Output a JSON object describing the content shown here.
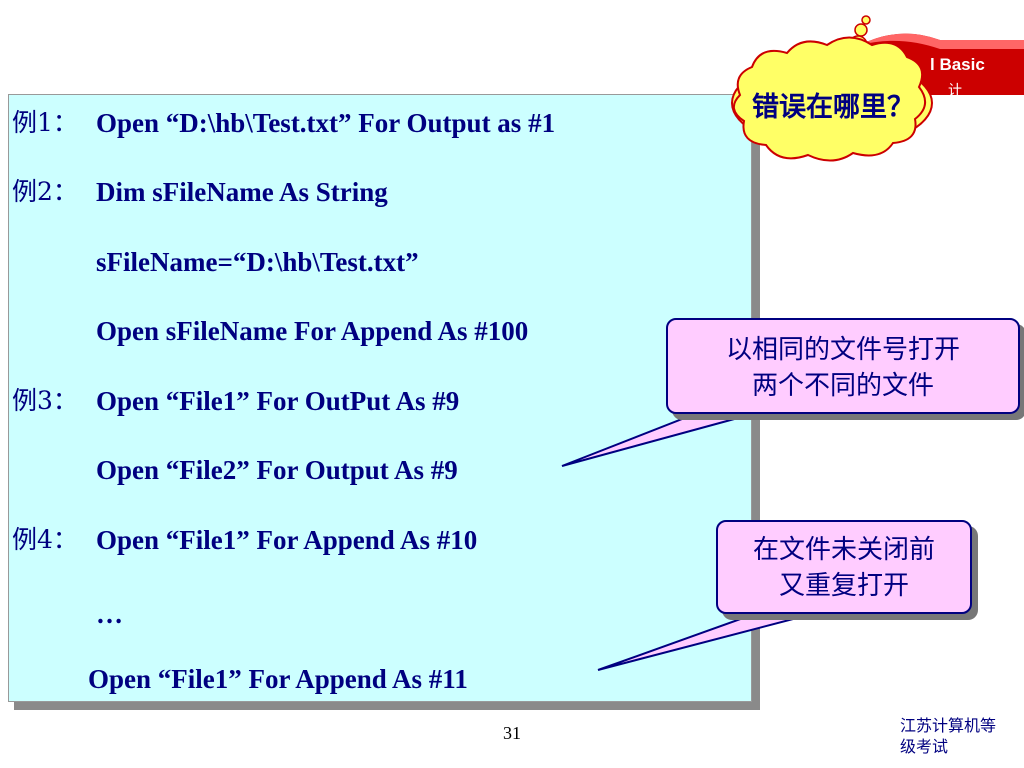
{
  "logo": {
    "title": "l Basic",
    "subtitle": "计"
  },
  "cloud": {
    "text": "错误在哪里？"
  },
  "examples": [
    {
      "label": "例1：",
      "lines": [
        "Open “D:\\hb\\Test.txt” For Output as #1"
      ]
    },
    {
      "label": "例2：",
      "lines": [
        "Dim sFileName As String",
        "sFileName=“D:\\hb\\Test.txt”",
        "Open sFileName For Append As #100"
      ]
    },
    {
      "label": "例3：",
      "lines": [
        "Open “File1” For OutPut As #9",
        "Open “File2” For Output As #9"
      ]
    },
    {
      "label": "例4：",
      "lines": [
        "Open “File1” For Append As #10",
        "…",
        "Open “File1” For Append As #11"
      ]
    }
  ],
  "callouts": [
    {
      "line1": "以相同的文件号打开",
      "line2": "两个不同的文件"
    },
    {
      "line1": "在文件未关闭前",
      "line2": "又重复打开"
    }
  ],
  "page_number": "31",
  "footer": {
    "line1": "江苏计算机等",
    "line2": "级考试"
  },
  "colors": {
    "text": "#000080",
    "panel": "#ccffff",
    "callout": "#ffccff",
    "cloud": "#ffff66",
    "banner": "#cc0000"
  }
}
